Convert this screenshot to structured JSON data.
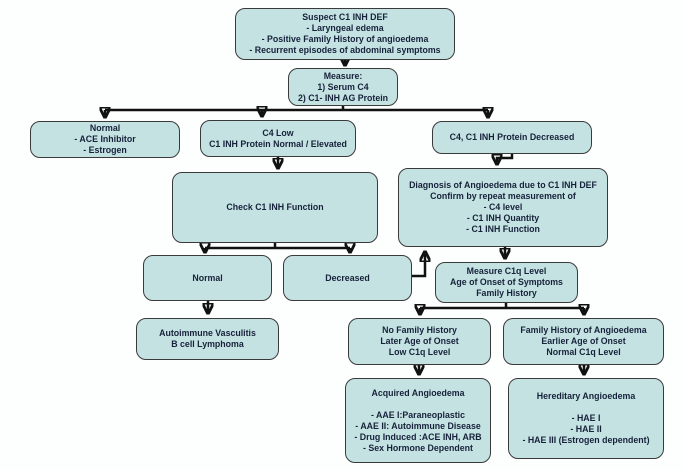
{
  "colors": {
    "node-fill": "#c5e2e3",
    "node-border": "#3a3a3a",
    "text": "#16223a",
    "connector": "#111111",
    "background": "#fdfefe"
  },
  "nodes": [
    {
      "id": "suspect",
      "lines": [
        "Suspect C1 INH DEF",
        "- Laryngeal edema",
        "- Positive Family History of angioedema",
        "- Recurrent episodes of abdominal symptoms"
      ]
    },
    {
      "id": "measure",
      "lines": [
        "Measure:",
        "1) Serum C4",
        "2) C1- INH AG Protein"
      ]
    },
    {
      "id": "normal-ace-estrogen",
      "lines": [
        "Normal",
        "- ACE Inhibitor",
        "- Estrogen"
      ]
    },
    {
      "id": "c4-low",
      "lines": [
        "C4 Low",
        "C1 INH Protein Normal / Elevated"
      ]
    },
    {
      "id": "c4-c1-inh-decreased",
      "lines": [
        "C4, C1 INH Protein Decreased"
      ]
    },
    {
      "id": "check-c1-inh-function",
      "lines": [
        "Check C1 INH Function"
      ]
    },
    {
      "id": "diagnosis-c1-inh-def",
      "lines": [
        "Diagnosis of Angioedema due to C1 INH DEF",
        "Confirm by repeat measurement of",
        "- C4 level",
        "- C1 INH Quantity",
        "- C1 INH Function"
      ]
    },
    {
      "id": "function-normal",
      "lines": [
        "Normal"
      ]
    },
    {
      "id": "function-decreased",
      "lines": [
        "Decreased"
      ]
    },
    {
      "id": "measure-c1q",
      "lines": [
        "Measure C1q Level",
        "Age of Onset of Symptoms",
        "Family History"
      ]
    },
    {
      "id": "autoimmune-vasculitis",
      "lines": [
        "Autoimmune Vasculitis",
        "B cell Lymphoma"
      ]
    },
    {
      "id": "no-family-history",
      "lines": [
        "No Family History",
        "Later Age of Onset",
        "Low C1q Level"
      ]
    },
    {
      "id": "family-history",
      "lines": [
        "Family History of Angioedema",
        "Earlier Age of Onset",
        "Normal C1q Level"
      ]
    },
    {
      "id": "acquired-angioedema",
      "lines": [
        "Acquired Angioedema",
        "",
        "- AAE I:Paraneoplastic",
        "- AAE II: Autoimmune Disease",
        "- Drug Induced :ACE INH, ARB",
        "- Sex Hormone Dependent"
      ]
    },
    {
      "id": "hereditary-angioedema",
      "lines": [
        "Hereditary Angioedema",
        "",
        "- HAE I",
        "- HAE II",
        "- HAE III (Estrogen dependent)"
      ]
    }
  ]
}
